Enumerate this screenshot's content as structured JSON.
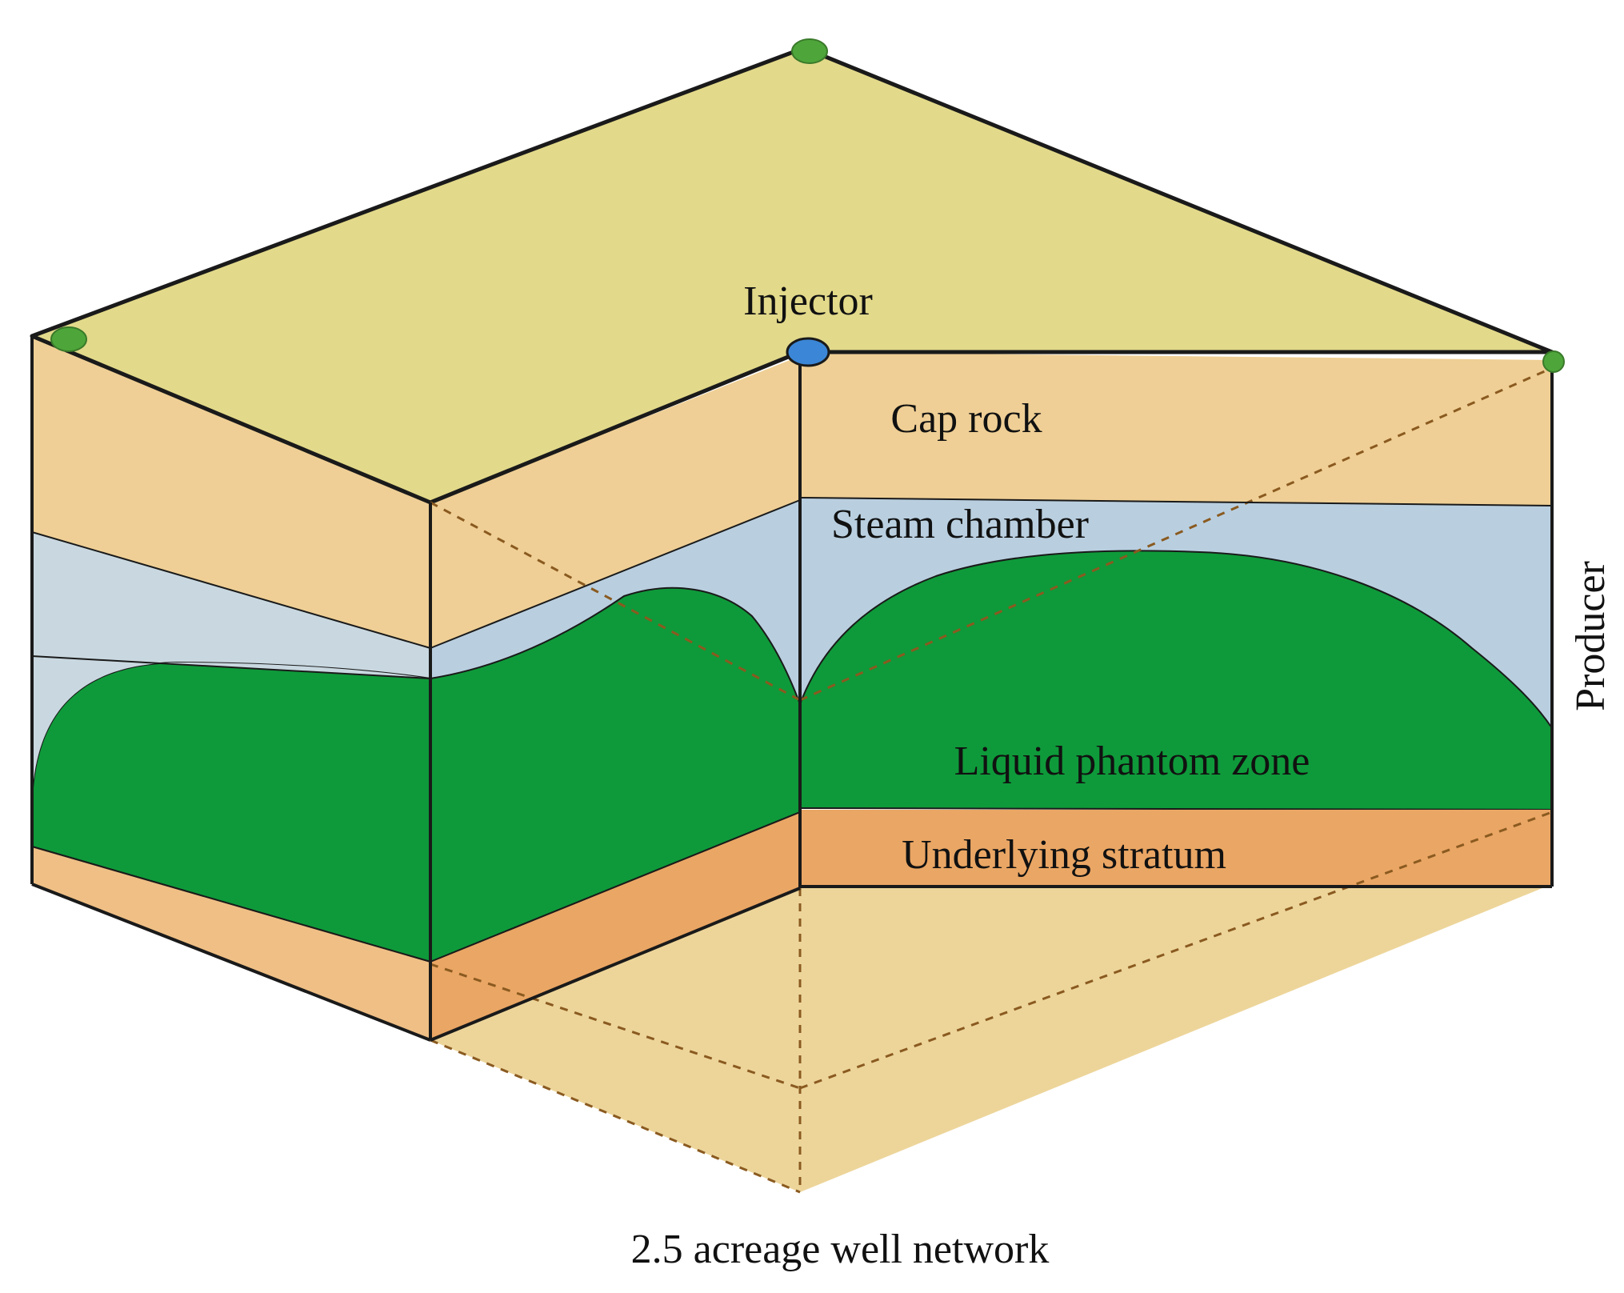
{
  "labels": {
    "injector": "Injector",
    "cap_rock": "Cap rock",
    "steam_chamber": "Steam chamber",
    "liquid_phantom_zone": "Liquid phantom zone",
    "underlying_stratum": "Underlying stratum",
    "producer": "Producer",
    "caption": "2.5 acreage well network"
  },
  "colors": {
    "top_surface": "#e2d98a",
    "cap_rock": "#efcf95",
    "steam_chamber": "#b9cfe0",
    "liquid_zone": "#0e9a3a",
    "underlying_stratum": "#eaa664",
    "bottom_floor": "#edd59a",
    "injector_well": "#3b86d6",
    "producer_well": "#4ea63a",
    "outline": "#1a1a1a"
  }
}
